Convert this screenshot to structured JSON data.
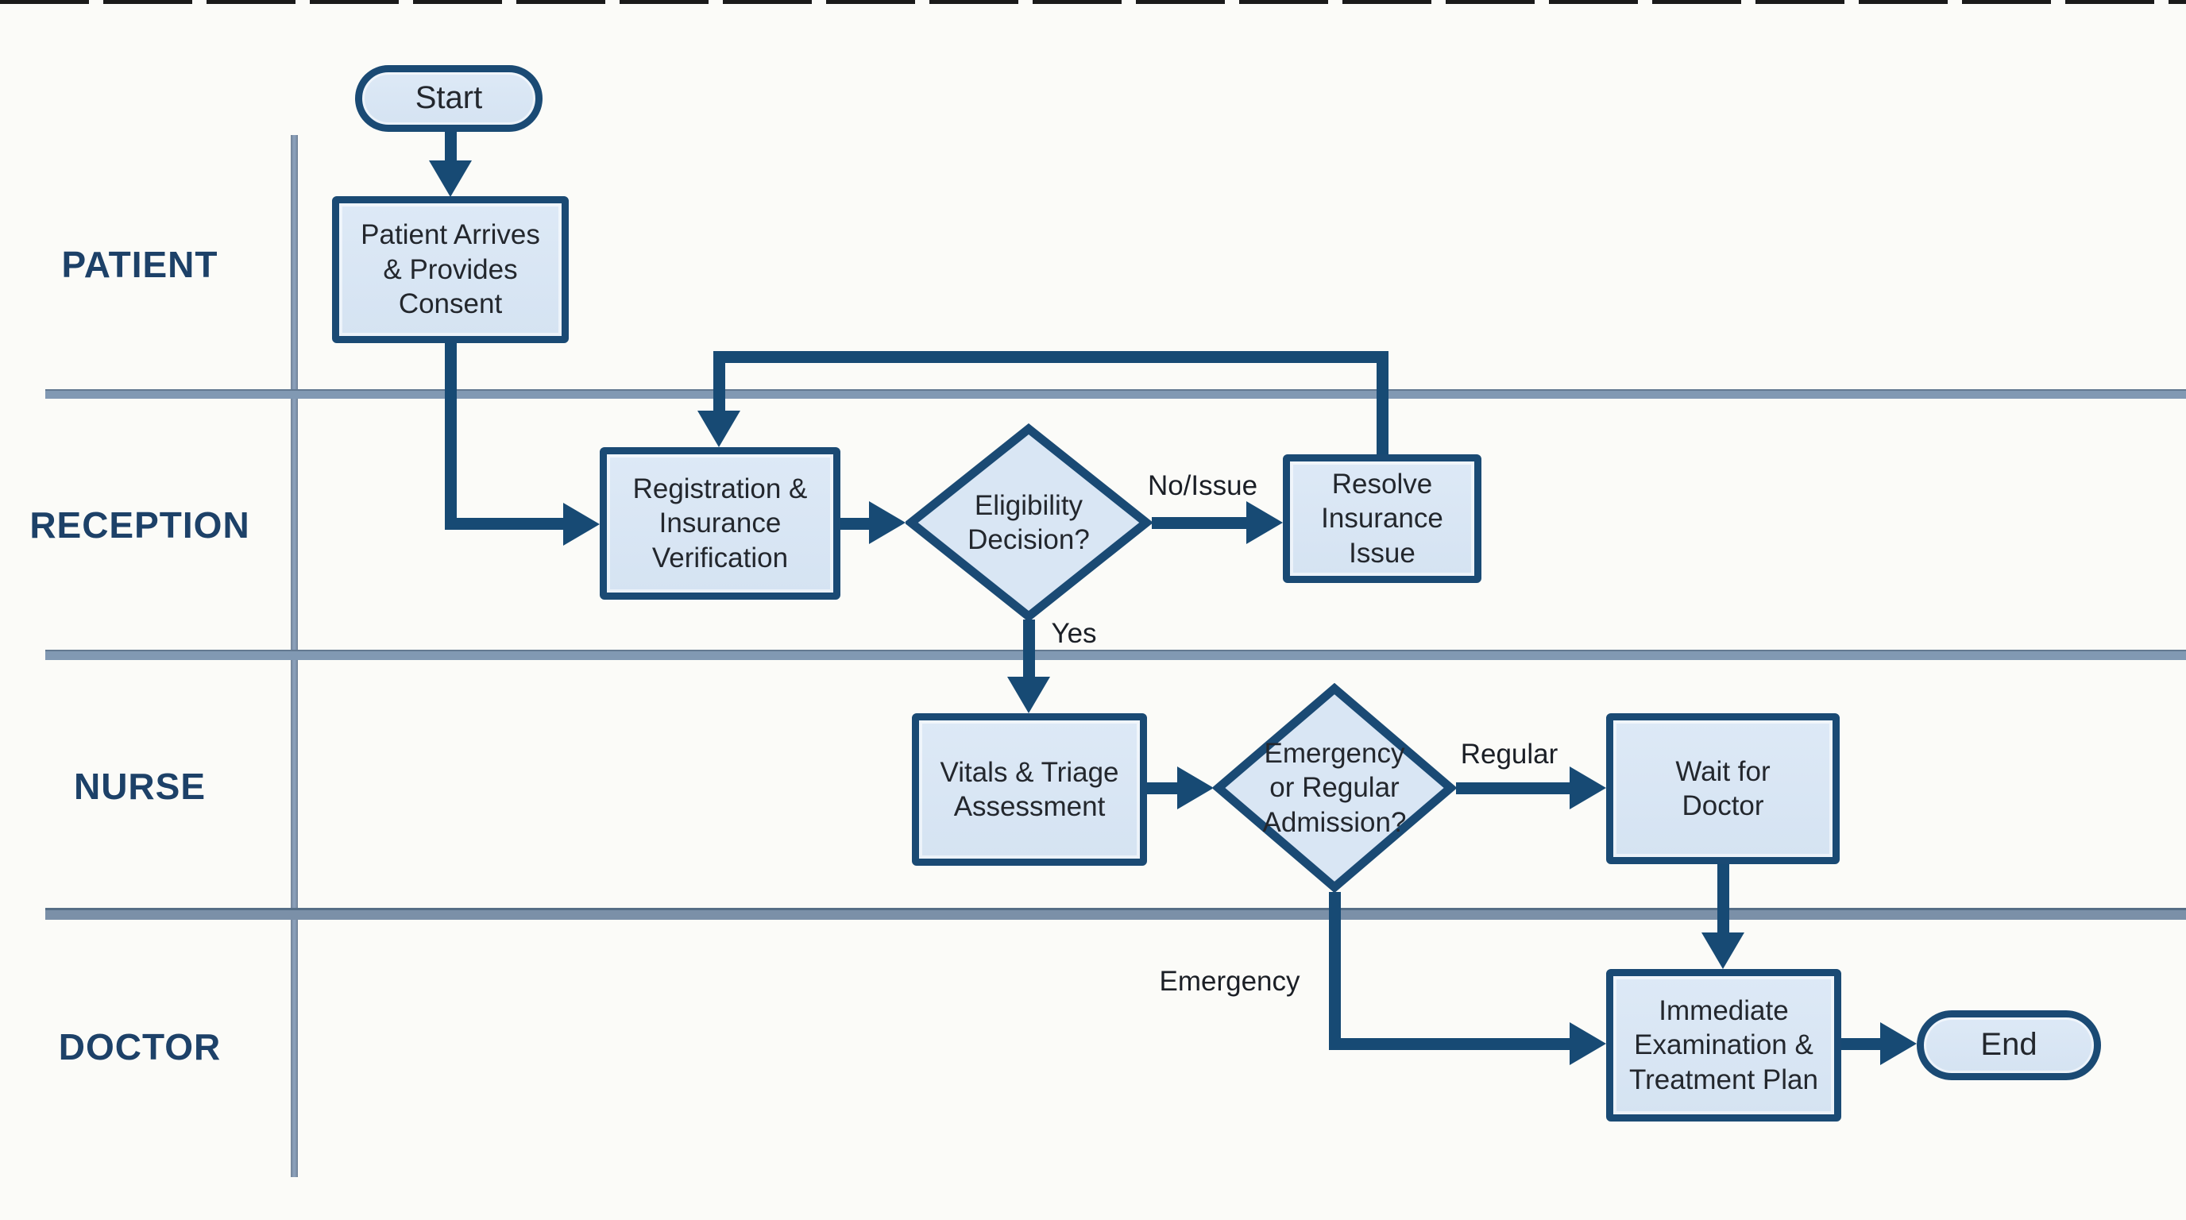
{
  "diagram": {
    "type": "swimlane-flowchart",
    "subject": "Hospital patient admission workflow",
    "lanes": [
      {
        "label": "PATIENT"
      },
      {
        "label": "RECEPTION"
      },
      {
        "label": "NURSE"
      },
      {
        "label": "DOCTOR"
      }
    ],
    "nodes": {
      "start": "Start",
      "patient_arrives": "Patient Arrives\n& Provides\nConsent",
      "registration": "Registration &\nInsurance\nVerification",
      "eligibility": "Eligibility\nDecision?",
      "resolve_insurance": "Resolve\nInsurance\nIssue",
      "vitals": "Vitals & Triage\nAssessment",
      "admission_type": "Emergency\nor Regular\nAdmission?",
      "wait_for_doctor": "Wait for\nDoctor",
      "immediate_exam": "Immediate\nExamination &\nTreatment Plan",
      "end": "End"
    },
    "edge_labels": {
      "no_issue": "No/Issue",
      "yes": "Yes",
      "regular": "Regular",
      "emergency": "Emergency"
    },
    "colors": {
      "node_fill": "#d9e6f4",
      "node_border": "#1a4a74",
      "connector": "#174a74",
      "lane_label_text": "#1d4168",
      "lane_line": "#8199b3",
      "background": "#fbfbf8"
    }
  }
}
